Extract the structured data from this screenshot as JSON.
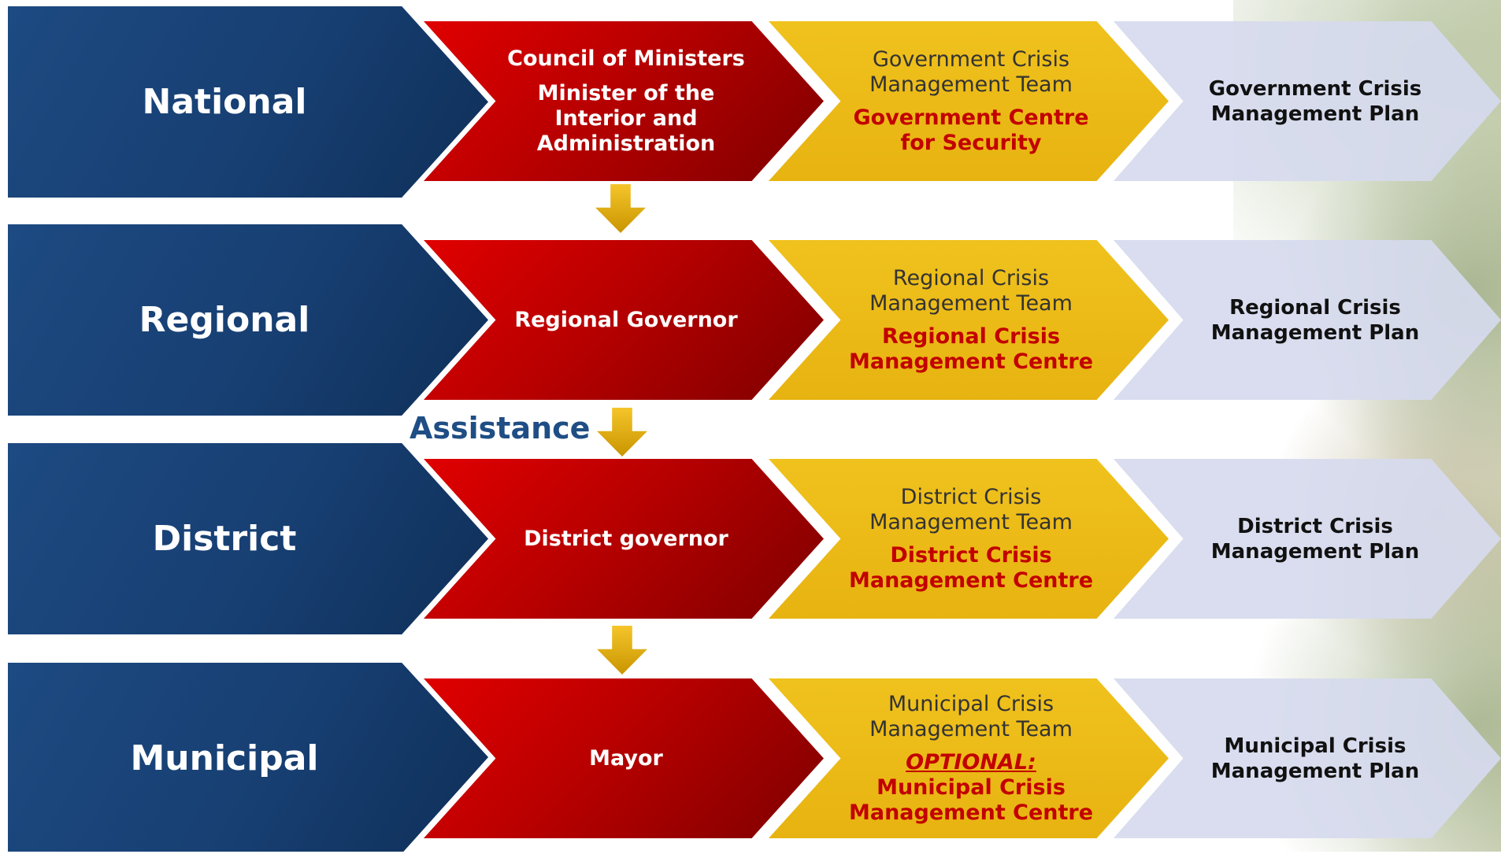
{
  "rows": [
    {
      "level": "National",
      "authority_lines": [
        "Council of Ministers",
        "Minister of the",
        "Interior and",
        "Administration"
      ],
      "team_lines": [
        "Government Crisis",
        "Management Team"
      ],
      "centre_lines": [
        "Government Centre",
        "for Security"
      ],
      "plan_lines": [
        "Government Crisis",
        "Management Plan"
      ]
    },
    {
      "level": "Regional",
      "authority_lines": [
        "Regional Governor"
      ],
      "team_lines": [
        "Regional Crisis",
        "Management Team"
      ],
      "centre_lines": [
        "Regional Crisis",
        "Management Centre"
      ],
      "plan_lines": [
        "Regional Crisis",
        "Management Plan"
      ]
    },
    {
      "level": "District",
      "authority_lines": [
        "District governor"
      ],
      "team_lines": [
        "District Crisis",
        "Management Team"
      ],
      "centre_lines": [
        "District Crisis",
        "Management Centre"
      ],
      "plan_lines": [
        "District Crisis",
        "Management Plan"
      ]
    },
    {
      "level": "Municipal",
      "authority_lines": [
        "Mayor"
      ],
      "team_lines": [
        "Municipal Crisis",
        "Management Team"
      ],
      "optional_label": "OPTIONAL:",
      "centre_lines": [
        "Municipal Crisis",
        "Management Centre"
      ],
      "plan_lines": [
        "Municipal Crisis",
        "Management Plan"
      ]
    }
  ],
  "assistance_label": "Assistance",
  "colors": {
    "level_blue": "#173f72",
    "authority_red": "#c00000",
    "team_yellow": "#f0c21d",
    "plan_lavender": "#d6daee",
    "centre_text_red": "#c20000",
    "assistance_text": "#1f4e85"
  }
}
